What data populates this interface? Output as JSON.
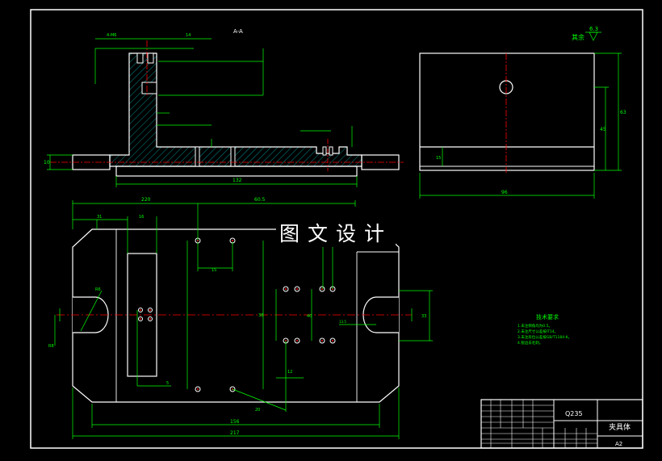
{
  "drawing": {
    "section_label": "A-A",
    "roughness_label": "其余",
    "roughness_value": "6.3",
    "watermark": "图文设计",
    "colors": {
      "outline": "#ffffff",
      "dimension": "#00ff00",
      "centerline": "#ff0000",
      "hatch": "#00c8c8"
    },
    "dims_front": {
      "overall_width": "132",
      "left_height": "10",
      "top_note": "4-M6",
      "depth_note": "14"
    },
    "dims_side": {
      "height_outer": "63",
      "height_inner": "45",
      "base": "15",
      "width": "96"
    },
    "dims_plan": {
      "top_left": "220",
      "top_mid": "60.5",
      "left_a": "31",
      "left_b": "16",
      "small_a": "15",
      "mid_v": "38",
      "right_v": "33",
      "slot_r": "R6",
      "slot_l": "R8",
      "bottom_a": "5",
      "bottom_b": "20",
      "bottom_c": "12",
      "width_inner": "156",
      "width_outer": "217",
      "right_small": "40",
      "right_tiny": "13.5"
    },
    "tech_req": {
      "title": "技术要求",
      "lines": [
        "1.未注倒角均为0.5。",
        "2.未注尺寸公差按IT14。",
        "3.未注形位公差按GB/T1184-K。",
        "4.锐边去毛刺。"
      ]
    },
    "title_block": {
      "material": "Q235",
      "part_name": "夹具体",
      "sheet_size": "A2"
    }
  }
}
